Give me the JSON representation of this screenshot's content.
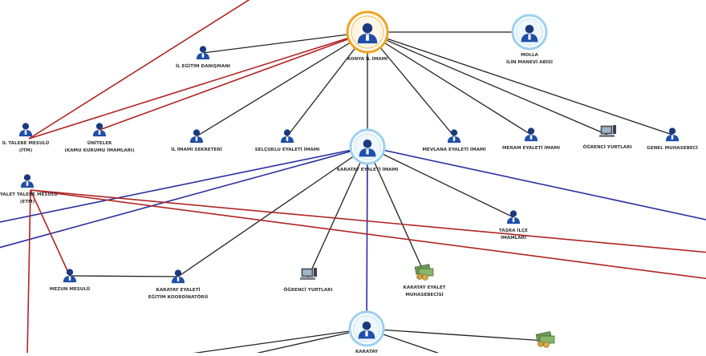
{
  "colors": {
    "black": "#222222",
    "red": "#b02424",
    "blue": "#2a2fa0",
    "person": "#1f4fa8",
    "head": "#1a3a7c"
  },
  "nodes": {
    "konya": {
      "label": [
        "KONYA İL İMAMI"
      ],
      "type": "person-gold",
      "color": "black"
    },
    "molla": {
      "label": [
        "MOLLA",
        "İLİN MANEVİ ABİSİ"
      ],
      "type": "person-ring",
      "color": "black"
    },
    "egitim": {
      "label": [
        "İL EĞİTİM DANIŞMANI"
      ],
      "type": "person"
    },
    "itm": {
      "label": [
        "İL TALEBE MESULÜ",
        "(İTM)"
      ],
      "type": "person"
    },
    "uniteler": {
      "label": [
        "ÜNİTELER",
        "(KAMU KURUMU İMAMLARI)"
      ],
      "type": "person"
    },
    "sekreter": {
      "label": [
        "İL İMAMI SEKRETERİ"
      ],
      "type": "person"
    },
    "selcuklu": {
      "label": [
        "SELÇUKLU EYALETİ İMAMI"
      ],
      "type": "person"
    },
    "karatay": {
      "label": [
        "KARATAY EYALETİ İMAMI"
      ],
      "type": "person-ring"
    },
    "mevlana": {
      "label": [
        "MEVLANA EYALETİ İMAMI"
      ],
      "type": "person"
    },
    "meram": {
      "label": [
        "MERAM EYALETİ İMAMI"
      ],
      "type": "person"
    },
    "yurtlar1": {
      "label": [
        "ÖĞRENCİ YURTLARI"
      ],
      "type": "computer"
    },
    "muhasebeci": {
      "label": [
        "GENEL MUHASEBECİ"
      ],
      "type": "person"
    },
    "etm": {
      "label": [
        "EYALET TALEBE MESULÜ",
        "(ETM)"
      ],
      "type": "person"
    },
    "tasra": {
      "label": [
        "TAŞRA İLÇE",
        "İMAMLARI"
      ],
      "type": "person"
    },
    "mezun": {
      "label": [
        "MEZUN MESULÜ"
      ],
      "type": "person"
    },
    "koordinator": {
      "label": [
        "KARATAY EYALETİ",
        "EĞİTİM KOORDİNATÖRÜ"
      ],
      "type": "person"
    },
    "yurtlar2": {
      "label": [
        "ÖĞRENCİ YURTLARI"
      ],
      "type": "computer"
    },
    "eyaletmuh": {
      "label": [
        "KARATAY EYALET",
        "MUHASEBECİSİ"
      ],
      "type": "money"
    },
    "karatay2": {
      "label": [
        "KARATAY"
      ],
      "type": "person-ring"
    },
    "money2": {
      "label": [],
      "type": "money"
    }
  },
  "edges": [
    {
      "from": "konya",
      "to": "molla",
      "color": "black"
    },
    {
      "from": "konya",
      "to": "egitim",
      "color": "black"
    },
    {
      "from": "konya",
      "to": "uniteler",
      "color": "red"
    },
    {
      "from": "konya",
      "to": "sekreter",
      "color": "black"
    },
    {
      "from": "konya",
      "to": "selcuklu",
      "color": "black"
    },
    {
      "from": "konya",
      "to": "karatay",
      "color": "black"
    },
    {
      "from": "konya",
      "to": "mevlana",
      "color": "black"
    },
    {
      "from": "konya",
      "to": "meram",
      "color": "black"
    },
    {
      "from": "konya",
      "to": "yurtlar1",
      "color": "black"
    },
    {
      "from": "konya",
      "to": "muhasebeci",
      "color": "black"
    },
    {
      "from": "itm",
      "to": "konya",
      "color": "red"
    },
    {
      "from": "itm",
      "to": "top-left",
      "color": "red"
    },
    {
      "from": "karatay",
      "to": "karatay2",
      "color": "blue"
    },
    {
      "from": "karatay",
      "to": "left-edge-1",
      "color": "blue"
    },
    {
      "from": "karatay",
      "to": "left-edge-2",
      "color": "blue"
    },
    {
      "from": "karatay",
      "to": "right-edge-1",
      "color": "blue"
    },
    {
      "from": "karatay",
      "to": "tasra",
      "color": "black"
    },
    {
      "from": "karatay",
      "to": "koordinator",
      "color": "black"
    },
    {
      "from": "karatay",
      "to": "yurtlar2",
      "color": "black"
    },
    {
      "from": "karatay",
      "to": "eyaletmuh",
      "color": "black"
    },
    {
      "from": "etm",
      "to": "right-edge-2",
      "color": "red"
    },
    {
      "from": "etm",
      "to": "right-edge-3",
      "color": "red"
    },
    {
      "from": "etm",
      "to": "mezun",
      "color": "red"
    },
    {
      "from": "etm",
      "to": "bottom-left",
      "color": "red"
    },
    {
      "from": "mezun",
      "to": "koordinator",
      "color": "black"
    },
    {
      "from": "karatay2",
      "to": "bottom-1",
      "color": "black"
    },
    {
      "from": "karatay2",
      "to": "bottom-2",
      "color": "black"
    },
    {
      "from": "karatay2",
      "to": "bottom-3",
      "color": "black"
    },
    {
      "from": "karatay2",
      "to": "money2",
      "color": "black"
    }
  ]
}
